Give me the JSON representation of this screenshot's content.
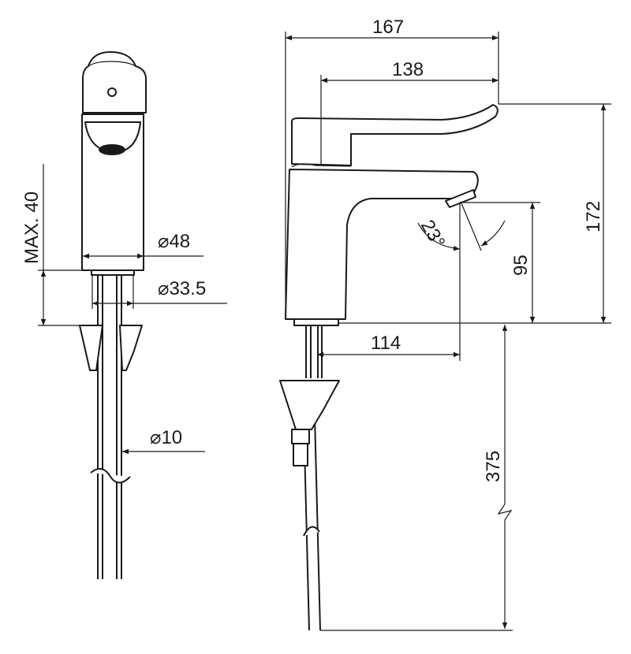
{
  "drawing": {
    "dimensions": {
      "overall_length": "167",
      "lever_length": "138",
      "overall_height": "172",
      "spout_height": "95",
      "spout_reach": "114",
      "hose_length": "375",
      "body_diameter": "⌀48",
      "base_diameter": "⌀33.5",
      "hose_diameter": "⌀10",
      "max_deck_thickness": "MAX. 40",
      "aerator_angle": "23°"
    },
    "colors": {
      "line": "#1a1a1a",
      "background": "#ffffff"
    }
  }
}
